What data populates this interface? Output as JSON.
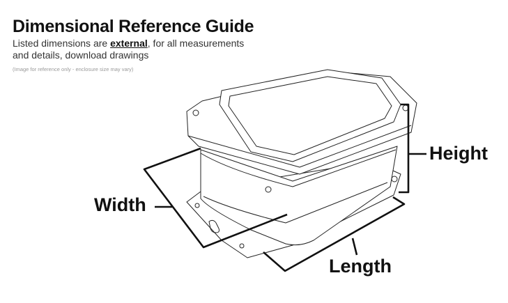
{
  "header": {
    "title": "Dimensional Reference Guide",
    "subtitle_before": "Listed dimensions are ",
    "subtitle_emphasis": "external",
    "subtitle_after": ", for all measurements and details, download drawings",
    "note": "(Image for reference only - enclosure size may vary)"
  },
  "labels": {
    "height": "Height",
    "width": "Width",
    "length": "Length"
  }
}
